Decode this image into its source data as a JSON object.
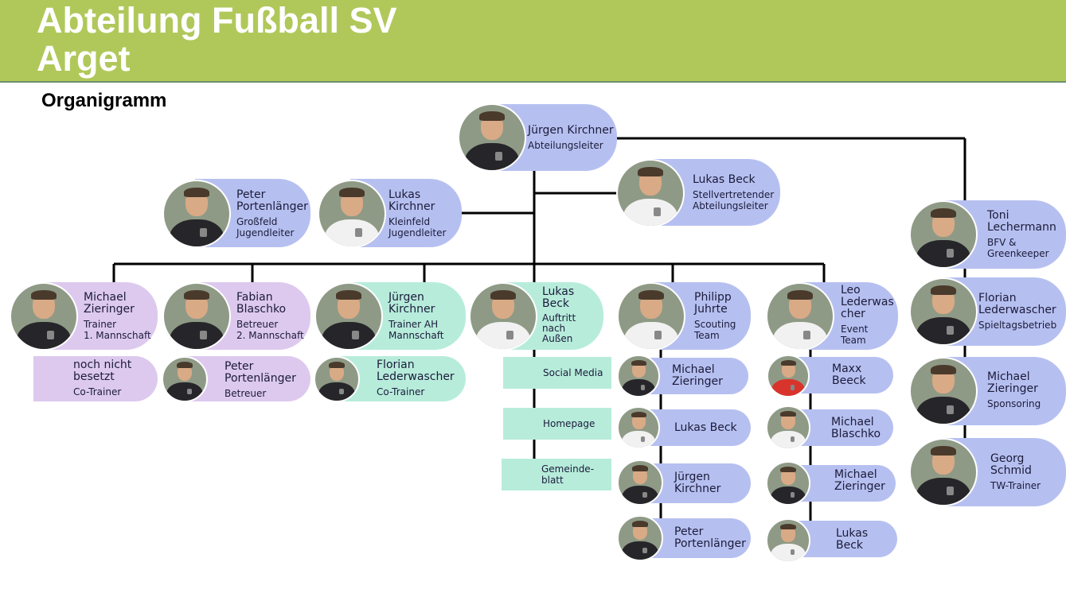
{
  "header": {
    "title": "Abteilung Fußball SV Arget",
    "subtitle": "Organigramm"
  },
  "colors": {
    "banner": "#b0c85a",
    "blue_pill": "#b6c0f0",
    "purple_pill": "#ddc9ee",
    "green_pill": "#b7ecdb",
    "connector": "#000000"
  },
  "nodes": {
    "head": {
      "name": "Jürgen Kirchner",
      "role": "Abteilungsleiter"
    },
    "deputy": {
      "name": "Lukas Beck",
      "role": "Stellvertretender\nAbteilungsleiter"
    },
    "youth_big": {
      "name": "Peter\nPortenlänger",
      "role": "Großfeld\nJugendleiter"
    },
    "youth_small": {
      "name": "Lukas\nKirchner",
      "role": "Kleinfeld\nJugendleiter"
    },
    "team1": {
      "name": "Michael\nZieringer",
      "role": "Trainer\n1. Mannschaft"
    },
    "team1_co": {
      "name": "noch nicht\nbesetzt",
      "role": "Co-Trainer"
    },
    "team2": {
      "name": "Fabian\nBlaschko",
      "role": "Betreuer\n2. Mannschaft"
    },
    "team2_sub": {
      "name": "Peter\nPortenlänger",
      "role": "Betreuer"
    },
    "ah": {
      "name": "Jürgen\nKirchner",
      "role": "Trainer AH\nMannschaft"
    },
    "ah_co": {
      "name": "Florian\nLederwascher",
      "role": "Co-Trainer"
    },
    "pr": {
      "name": "Lukas\nBeck",
      "role": "Auftritt\nnach\nAußen"
    },
    "pr_items": [
      "Social Media",
      "Homepage",
      "Gemeinde-\nblatt"
    ],
    "scout": {
      "name": "Philipp\nJuhrte",
      "role": "Scouting\nTeam"
    },
    "scout_members": [
      "Michael\nZieringer",
      "Lukas Beck",
      "Jürgen\nKirchner",
      "Peter\nPortenlänger"
    ],
    "event": {
      "name": "Leo\nLederwas\ncher",
      "role": "Event\nTeam"
    },
    "event_members": [
      "Maxx\nBeeck",
      "Michael\nBlaschko",
      "Michael\nZieringer",
      "Lukas\nBeck"
    ],
    "right_column": [
      {
        "name": "Toni\nLechermann",
        "role": "BFV &\nGreenkeeper"
      },
      {
        "name": "Florian\nLederwascher",
        "role": "Spieltagsbetrieb"
      },
      {
        "name": "Michael\nZieringer",
        "role": "Sponsoring"
      },
      {
        "name": "Georg\nSchmid",
        "role": "TW-Trainer"
      }
    ]
  }
}
